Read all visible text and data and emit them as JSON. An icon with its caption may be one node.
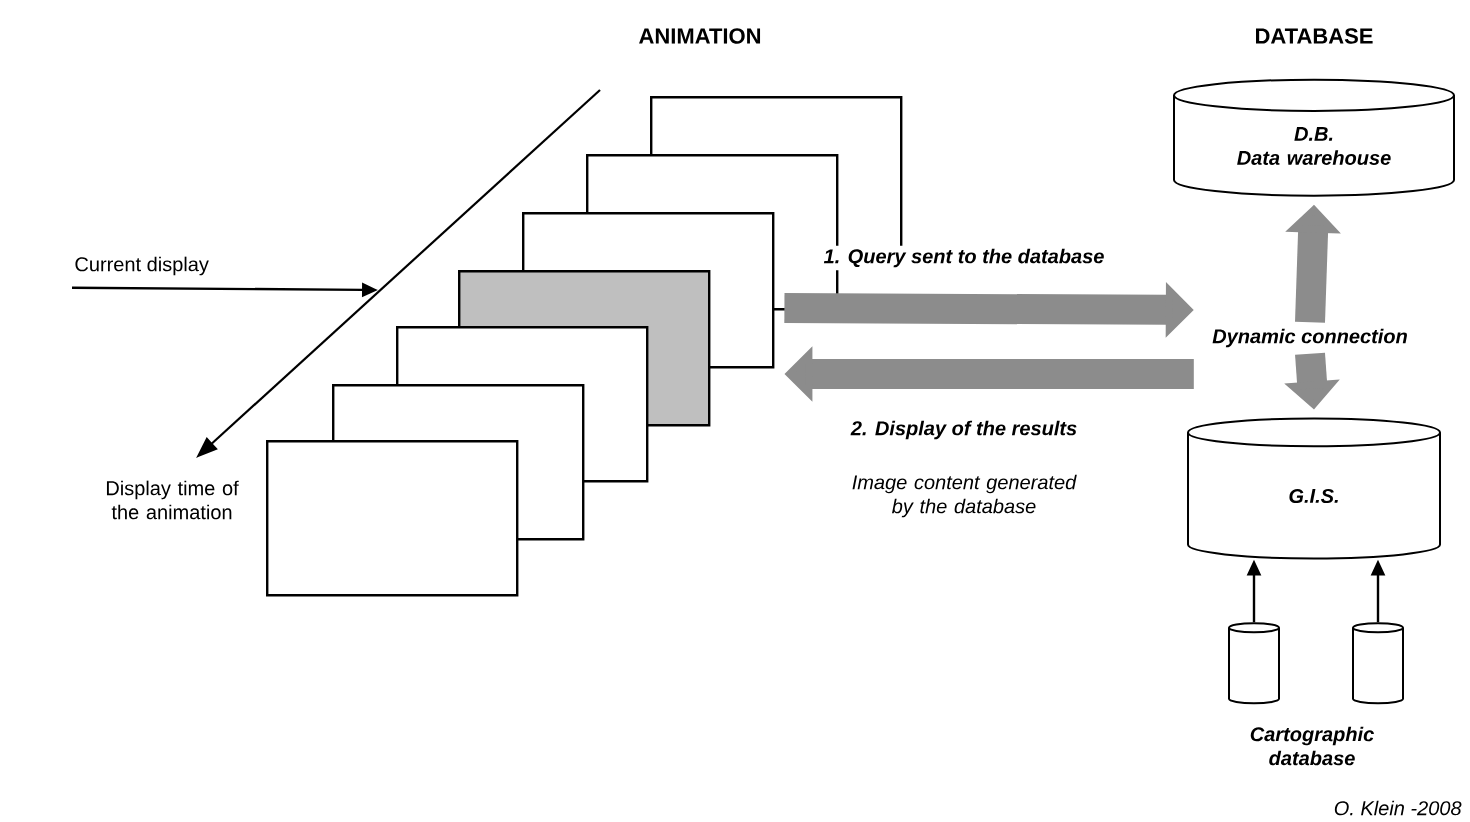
{
  "diagram": {
    "nodes": [
      {
        "text": [
          "Current display"
        ]
      },
      {
        "text": [],
        "shape": "box"
      },
      {
        "text": [],
        "shape": "box"
      },
      {
        "text": [],
        "shape": "box"
      },
      {
        "text": [],
        "shape": "box"
      },
      {
        "text": [],
        "shape": "box"
      },
      {
        "text": [],
        "shape": "box"
      },
      {
        "text": [],
        "shape": "box"
      },
      {
        "text": [
          "D.B.",
          "Data warehouse"
        ]
      },
      {
        "text": [
          "Dynamic connection"
        ]
      },
      {
        "text": [
          "G.I.S."
        ]
      },
      {
        "text": [],
        "shape": "cylinder"
      },
      {
        "text": [],
        "shape": "cylinder"
      }
    ],
    "edges": [
      {
        "from": 0,
        "to": null,
        "arrow": "to",
        "color": "#000000"
      },
      {
        "from": 5,
        "to": 9,
        "arrow": "to",
        "label": "1. Query sent to the database"
      },
      {
        "from": 9,
        "to": 5,
        "arrow": "to",
        "label": "2. Display of the results"
      },
      {
        "from": 9,
        "to": 8,
        "arrow": "to"
      },
      {
        "from": 9,
        "to": 10,
        "arrow": "to"
      },
      {
        "from": 11,
        "to": 10,
        "arrow": "to",
        "color": "#000000"
      },
      {
        "from": 12,
        "to": 10,
        "arrow": "to",
        "color": "#000000"
      }
    ],
    "labels": [
      "ANIMATION",
      "DATABASE",
      "Display time of the animation",
      "Image content generated by the database",
      "Cartographic database",
      "O. Klein -2008"
    ]
  }
}
